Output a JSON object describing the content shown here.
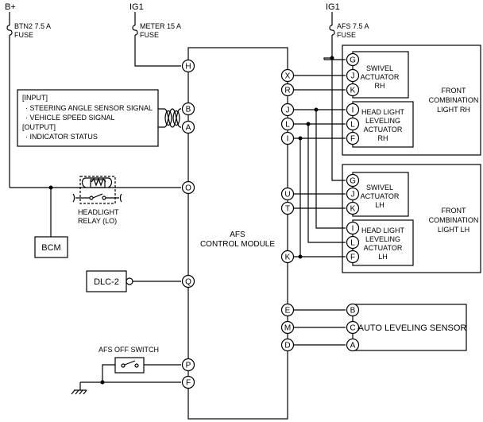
{
  "power": {
    "bplus": "B+",
    "ig1_left": "IG1",
    "ig1_right": "IG1"
  },
  "fuses": {
    "btn2_line1": "BTN2 7.5 A",
    "btn2_line2": "FUSE",
    "meter_line1": "METER 15 A",
    "meter_line2": "FUSE",
    "afs_line1": "AFS 7.5 A",
    "afs_line2": "FUSE"
  },
  "io_box": {
    "input_header": "[INPUT]",
    "input_1": "· STEERING ANGLE SENSOR SIGNAL",
    "input_2": "· VEHICLE SPEED SIGNAL",
    "output_header": "[OUTPUT]",
    "output_1": "· INDICATOR STATUS"
  },
  "relay": {
    "line1": "HEADLIGHT",
    "line2": "RELAY (LO)"
  },
  "bcm": "BCM",
  "dlc": "DLC-2",
  "afs_off_switch": "AFS OFF SWITCH",
  "module": {
    "line1": "AFS",
    "line2": "CONTROL MODULE"
  },
  "module_pins_left": [
    "H",
    "B",
    "A",
    "O",
    "Q",
    "P",
    "F"
  ],
  "module_pins_right": [
    "X",
    "R",
    "J",
    "L",
    "I",
    "U",
    "T",
    "K",
    "E",
    "M",
    "D"
  ],
  "rh": {
    "swivel": [
      "SWIVEL",
      "ACTUATOR",
      "RH"
    ],
    "leveling": [
      "HEAD LIGHT",
      "LEVELING",
      "ACTUATOR",
      "RH"
    ],
    "combo": [
      "FRONT",
      "COMBINATION",
      "LIGHT RH"
    ],
    "swivel_pins": [
      "G",
      "J",
      "K"
    ],
    "leveling_pins": [
      "I",
      "L",
      "F"
    ]
  },
  "lh": {
    "swivel": [
      "SWIVEL",
      "ACTUATOR",
      "LH"
    ],
    "leveling": [
      "HEAD LIGHT",
      "LEVELING",
      "ACTUATOR",
      "LH"
    ],
    "combo": [
      "FRONT",
      "COMBINATION",
      "LIGHT LH"
    ],
    "swivel_pins": [
      "G",
      "J",
      "K"
    ],
    "leveling_pins": [
      "I",
      "L",
      "F"
    ]
  },
  "sensor": {
    "label": "AUTO LEVELING SENSOR",
    "pins": [
      "B",
      "C",
      "A"
    ]
  }
}
